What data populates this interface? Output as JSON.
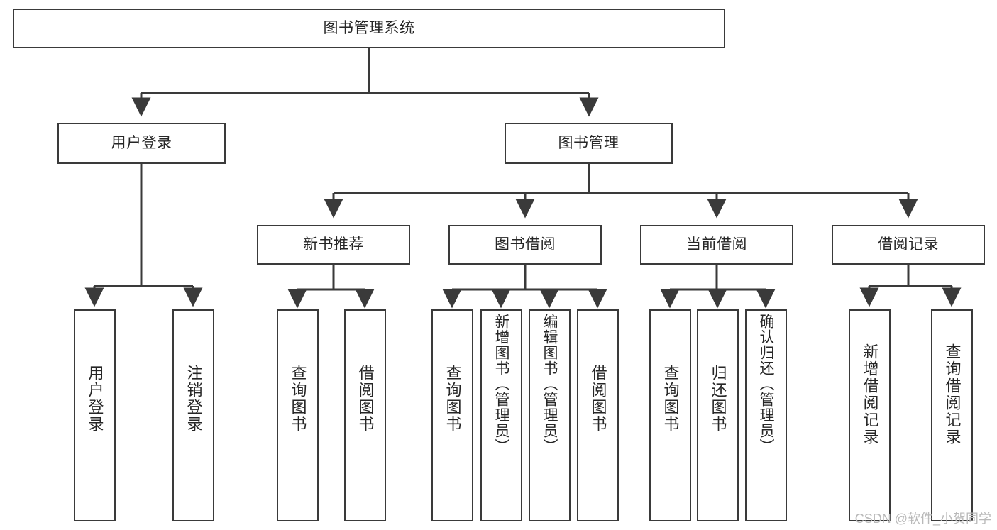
{
  "diagram": {
    "type": "tree-hierarchy",
    "title": "图书管理系统",
    "watermark": "CSDN @软件_小贺同学",
    "colors": {
      "border": "#3a3a3a",
      "background": "#ffffff",
      "text": "#262626",
      "edge": "#3a3a3a",
      "watermark": "#b9b9b9"
    },
    "nodes": {
      "root": {
        "label": "图书管理系统"
      },
      "level2": [
        {
          "id": "user-login",
          "label": "用户登录"
        },
        {
          "id": "book-management",
          "label": "图书管理"
        }
      ],
      "level3": [
        {
          "id": "new-book-recommend",
          "label": "新书推荐"
        },
        {
          "id": "book-borrow",
          "label": "图书借阅"
        },
        {
          "id": "current-borrow",
          "label": "当前借阅"
        },
        {
          "id": "borrow-record",
          "label": "借阅记录"
        }
      ],
      "leaves": {
        "user_login": [
          {
            "id": "leaf-user-login",
            "label": "用户登录"
          },
          {
            "id": "leaf-logout-login",
            "label": "注销登录"
          }
        ],
        "new_book_recommend": [
          {
            "id": "leaf-query-book-1",
            "label": "查询图书"
          },
          {
            "id": "leaf-borrow-book-1",
            "label": "借阅图书"
          }
        ],
        "book_borrow": [
          {
            "id": "leaf-query-book-2",
            "label": "查询图书"
          },
          {
            "id": "leaf-add-book",
            "label": "新增图书（管理员）"
          },
          {
            "id": "leaf-edit-book",
            "label": "编辑图书（管理员）"
          },
          {
            "id": "leaf-borrow-book-2",
            "label": "借阅图书"
          }
        ],
        "current_borrow": [
          {
            "id": "leaf-query-book-3",
            "label": "查询图书"
          },
          {
            "id": "leaf-return-book",
            "label": "归还图书"
          },
          {
            "id": "leaf-confirm-return",
            "label": "确认归还（管理员）"
          }
        ],
        "borrow_record": [
          {
            "id": "leaf-add-record",
            "label": "新增借阅记录"
          },
          {
            "id": "leaf-query-record",
            "label": "查询借阅记录"
          }
        ]
      }
    }
  }
}
